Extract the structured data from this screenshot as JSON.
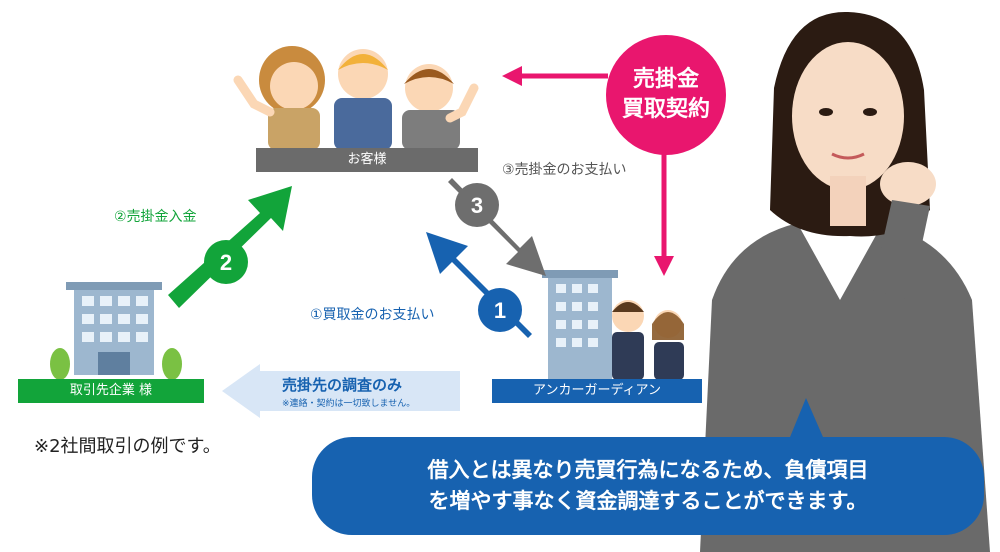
{
  "customer_label": "お客様",
  "partner_label": "取引先企業 様",
  "anchor_label": "アンカーガーディアン",
  "contract_circle": {
    "line1": "売掛金",
    "line2": "買取契約"
  },
  "steps": {
    "step1": {
      "num": "1",
      "text": "①買取金のお支払い"
    },
    "step2": {
      "num": "2",
      "text": "②売掛金入金"
    },
    "step3": {
      "num": "3",
      "text": "③売掛金のお支払い"
    }
  },
  "survey": {
    "title": "売掛先の調査のみ",
    "note": "※連絡・契約は一切致しません。"
  },
  "footnote": "※2社間取引の例です。",
  "message": {
    "line1": "借入とは異なり売買行為になるため、負債項目",
    "line2": "を増やす事なく資金調達することができます。"
  },
  "colors": {
    "dark_bar": "#6b6b6b",
    "green": "#12a43a",
    "blue": "#1762b0",
    "gray_arrow": "#6e6e6e",
    "pink": "#e9166e",
    "light_blue": "#d8e6f6"
  }
}
